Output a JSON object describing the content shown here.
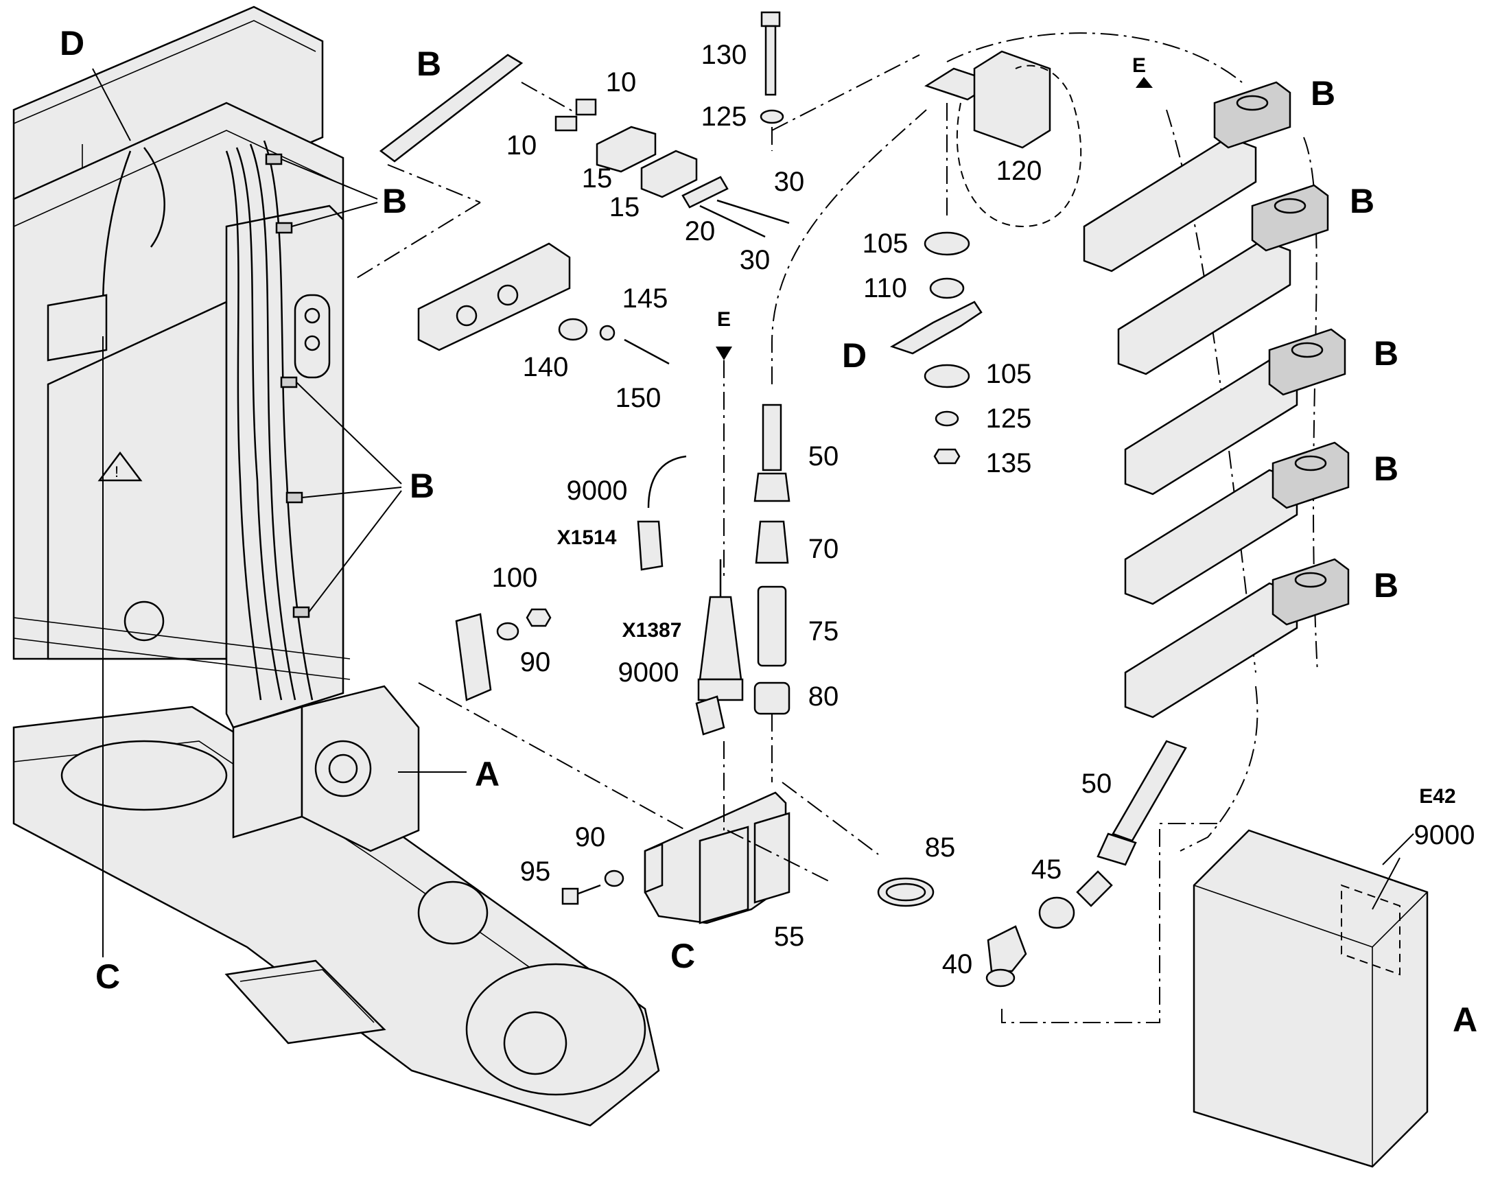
{
  "callouts": {
    "machine": {
      "d": "D",
      "c": "C",
      "b_upper": "B",
      "b_lower": "B",
      "a": "A"
    },
    "detail_b": {
      "letter": "B",
      "p10a": "10",
      "p10b": "10",
      "p15a": "15",
      "p15b": "15",
      "p20": "20",
      "p30a": "30",
      "p30b": "30",
      "p130": "130",
      "p125": "125",
      "p140": "140",
      "p145": "145",
      "p150": "150"
    },
    "detail_d": {
      "letter": "D",
      "p120": "120",
      "p105a": "105",
      "p110": "110",
      "p105b": "105",
      "p125": "125",
      "p135": "135"
    },
    "detail_c": {
      "letter": "C",
      "e_marker": "E",
      "p9000a": "9000",
      "x1514": "X1514",
      "x1387": "X1387",
      "p9000b": "9000",
      "p100": "100",
      "p90a": "90",
      "p90b": "90",
      "p95": "95",
      "p50": "50",
      "p70": "70",
      "p75": "75",
      "p80": "80",
      "p85": "85",
      "p55": "55"
    },
    "detail_a": {
      "letter": "A",
      "e42": "E42",
      "p9000": "9000",
      "p50": "50",
      "p45": "45",
      "p40": "40"
    },
    "clamp_stack": {
      "e_marker": "E",
      "b1": "B",
      "b2": "B",
      "b3": "B",
      "b4": "B",
      "b5": "B"
    }
  }
}
